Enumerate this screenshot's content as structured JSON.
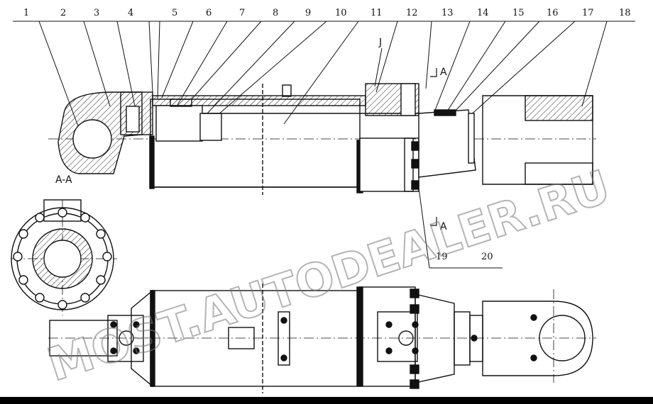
{
  "drawing": {
    "callouts": [
      "1",
      "2",
      "3",
      "4",
      "5",
      "6",
      "7",
      "8",
      "9",
      "10",
      "11",
      "12",
      "13",
      "14",
      "15",
      "16",
      "17",
      "18",
      "19",
      "20"
    ],
    "section_title": "A-A",
    "section_marker_top": "A",
    "section_marker_bottom": "A",
    "detail_mark": "J",
    "watermark": "MOST.AUTODEALER.RU"
  }
}
